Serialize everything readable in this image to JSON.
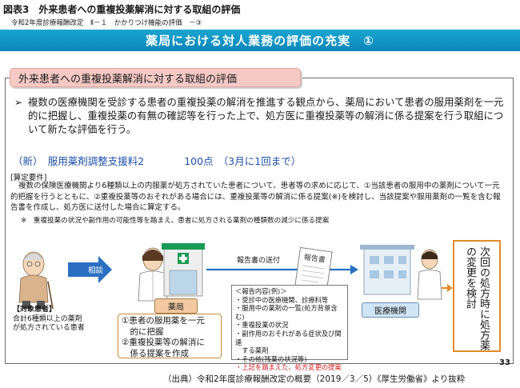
{
  "figure": {
    "title": "図表3　外来患者への重複投薬解消に対する取組の評価",
    "subtitle": "令和2年度診療報酬改定　Ⅱ－１　かかりつけ機能の評価　－③"
  },
  "banner": {
    "title": "薬局における対人業務の評価の充実　①"
  },
  "section": {
    "tab_title": "外来患者への重複投薬解消に対する取組の評価",
    "bullet_mark": "➢",
    "bullet_text": "複数の医療機関を受診する患者の重複投薬の解消を推進する観点から、薬局において患者の服用薬剤を一元的に把握し、重複投薬の有無の確認等を行った上で、処方医に重複投薬等の解消に係る提案を行う取組について新たな評価を行う。",
    "points_line": "（新）　服用薬剤調整支援料2　　　　100点　（3月に1回まで）",
    "requirements_head": "[算定要件]",
    "requirements_body": "複数の保険医療機関より6種類以上の内服薬が処方されていた患者について、患者等の求めに応じて、①当該患者の服用中の薬剤について一元的把握を行うとともに、②重複投薬等のおそれがある場合には、重複投薬等の解消に係る提案(※)を検討し、当該提案や服用薬剤の一覧を含む報告書を作成し、処方医に送付した場合に算定する。",
    "note": "※　重複投薬の状況や副作用の可能性等を踏まえ、患者に処方される薬剤の種類数の減少に係る提案"
  },
  "diagram": {
    "consult_label": "相談",
    "patient_caption_title": "【対象患者】",
    "patient_caption_lines": [
      "合計6種類以上の薬剤",
      "が処方されている患者"
    ],
    "pharmacy_label": "薬局",
    "pharmacy_actions": [
      "①患者の服用薬を一元",
      "　的に把握",
      "②重複投薬等の解消に",
      "　係る提案を作成"
    ],
    "report_sent_label": "報告書の送付",
    "report_paper_title": "報告書",
    "report_contents_title": "＜報告内容(例)＞",
    "report_contents": [
      "・受診中の医療機関、診療科等",
      "・服用中の薬剤の一覧(処方背景含む)",
      "・重複投薬の状況",
      "・副作用のおそれがある症状及び関連",
      "　する薬剤",
      "・その他(残薬の状況等)"
    ],
    "report_contents_highlight": "・上記を踏まえた、処方変更の提案",
    "clinic_label": "医療機関",
    "next_prescription_box": "次回の処方時に処方薬の変更を検討"
  },
  "page_number": "33",
  "source": "（出典）令和2年度診療報酬改定の概要（2019／3／5）《厚生労働省》より抜粋",
  "colors": {
    "banner": "#1aa5d0",
    "tab_fill": "#f7c9c4",
    "points_text": "#1e4fa8",
    "highlight_red": "#d11d1d",
    "next_box_border": "#e08a2b",
    "arrow_blue": "#2a6fc0"
  }
}
